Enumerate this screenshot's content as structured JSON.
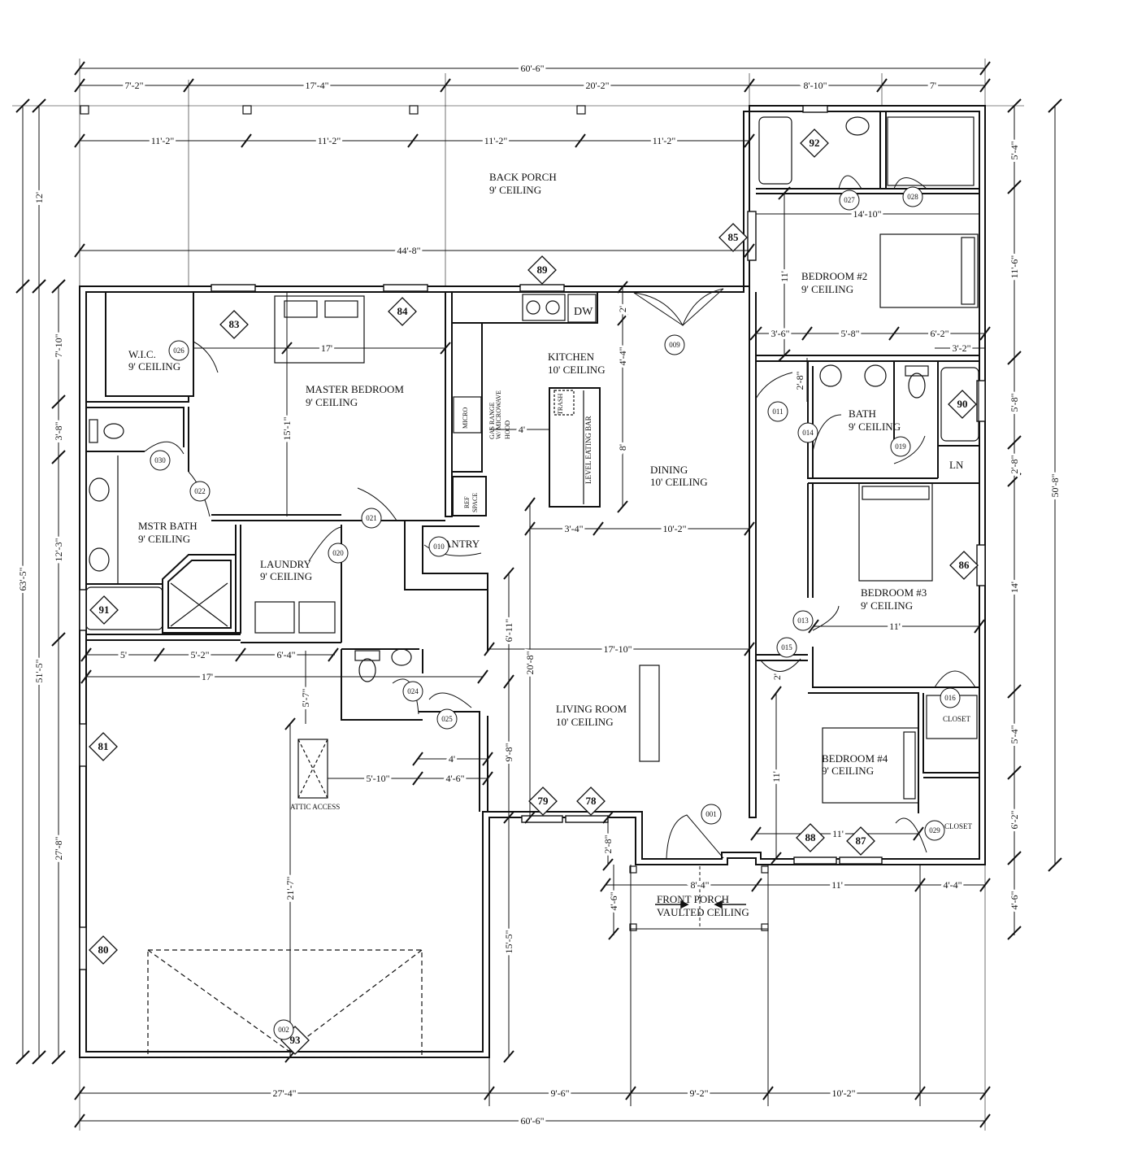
{
  "rooms": {
    "back_porch": [
      "BACK PORCH",
      "9' CEILING"
    ],
    "bedroom2": [
      "BEDROOM #2",
      "9' CEILING"
    ],
    "wic": [
      "W.I.C.",
      "9' CEILING"
    ],
    "master_bedroom": [
      "MASTER BEDROOM",
      "9' CEILING"
    ],
    "kitchen": [
      "KITCHEN",
      "10' CEILING"
    ],
    "bath": [
      "BATH",
      "9' CEILING"
    ],
    "dining": [
      "DINING",
      "10' CEILING"
    ],
    "mstr_bath": [
      "MSTR BATH",
      "9' CEILING"
    ],
    "laundry": [
      "LAUNDRY",
      "9' CEILING"
    ],
    "pantry": [
      "PANTRY"
    ],
    "bedroom3": [
      "BEDROOM #3",
      "9' CEILING"
    ],
    "living": [
      "LIVING ROOM",
      "10' CEILING"
    ],
    "bedroom4": [
      "BEDROOM #4",
      "9' CEILING"
    ],
    "front_porch": [
      "FRONT PORCH",
      "VAULTED CEILING"
    ]
  },
  "fixtures": {
    "dw": "DW",
    "micro": "MICRO",
    "range": [
      "GAS RANGE",
      "W/ MICROWAVE",
      "HOOD"
    ],
    "trash": "TRASH",
    "bar": "LEVEL EATING BAR",
    "ref": [
      "REF",
      "SPACE"
    ],
    "ln": "LN",
    "closet": "CLOSET",
    "attic": "ATTIC ACCESS"
  },
  "dims": {
    "top_overall": "60'-6\"",
    "top_row": [
      "7'-2\"",
      "17'-4\"",
      "20'-2\"",
      "8'-10\"",
      "7'"
    ],
    "porch_posts": [
      "11'-2\"",
      "11'-2\"",
      "11'-2\"",
      "11'-2\""
    ],
    "porch_width": "44'-8\"",
    "bottom_row": [
      "27'-4\"",
      "9'-6\"",
      "9'-2\"",
      "10'-2\""
    ],
    "bottom_overall": "60'-6\"",
    "left_outer": [
      "12'",
      "63'-5\"",
      "51'-5\""
    ],
    "left_inner": [
      "7'-10\"",
      "3'-8\"",
      "12'-3\"",
      "27'-8\""
    ],
    "right_inner": [
      "5'-4\"",
      "11'-6\"",
      "5'-8\"",
      "2'-8\"",
      "14'",
      "5'-4\"",
      "6'-2\"",
      "4'-6\""
    ],
    "right_outer": "50'-8\"",
    "interior": {
      "bed2_w": "14'-10\"",
      "bed2_h": "11'",
      "mb_w": "17'",
      "mb_h": "15'-1\"",
      "k1": "2'",
      "k2": "4'-4\"",
      "k3": "4'",
      "k4": "8'",
      "k5": "3'-4\"",
      "k6": "10'-2\"",
      "r1": "3'-6\"",
      "r2": "5'-8\"",
      "r3": "6'-2\"",
      "r4": "3'-2\"",
      "r5": "2'-8\"",
      "liv_w": "17'-10\"",
      "liv_h1": "6'-11\"",
      "liv_h2": "20'-8\"",
      "liv_h3": "9'-8\"",
      "g1": "5'",
      "g2": "5'-2\"",
      "g3": "6'-4\"",
      "g4": "17'",
      "g5": "5'-7\"",
      "g6": "4'",
      "g7": "5'-10\"",
      "g8": "4'-6\"",
      "g9": "21'-7\"",
      "g10": "15'-5\"",
      "b3": "11'",
      "b4h": "11'",
      "b4w": "11'",
      "b3s": "2'",
      "fp1": "8'-4\"",
      "fp2": "11'",
      "fp3": "4'-4\"",
      "fp4": "4'-6\"",
      "fp5": "2'-8\""
    }
  },
  "window_tags": [
    "89",
    "85",
    "92",
    "83",
    "84",
    "90",
    "86",
    "91",
    "81",
    "80",
    "79",
    "78",
    "88",
    "87",
    "93"
  ],
  "door_tags": [
    "027",
    "028",
    "009",
    "026",
    "011",
    "014",
    "019",
    "030",
    "022",
    "021",
    "020",
    "010",
    "013",
    "015",
    "016",
    "024",
    "025",
    "001",
    "029",
    "002"
  ]
}
